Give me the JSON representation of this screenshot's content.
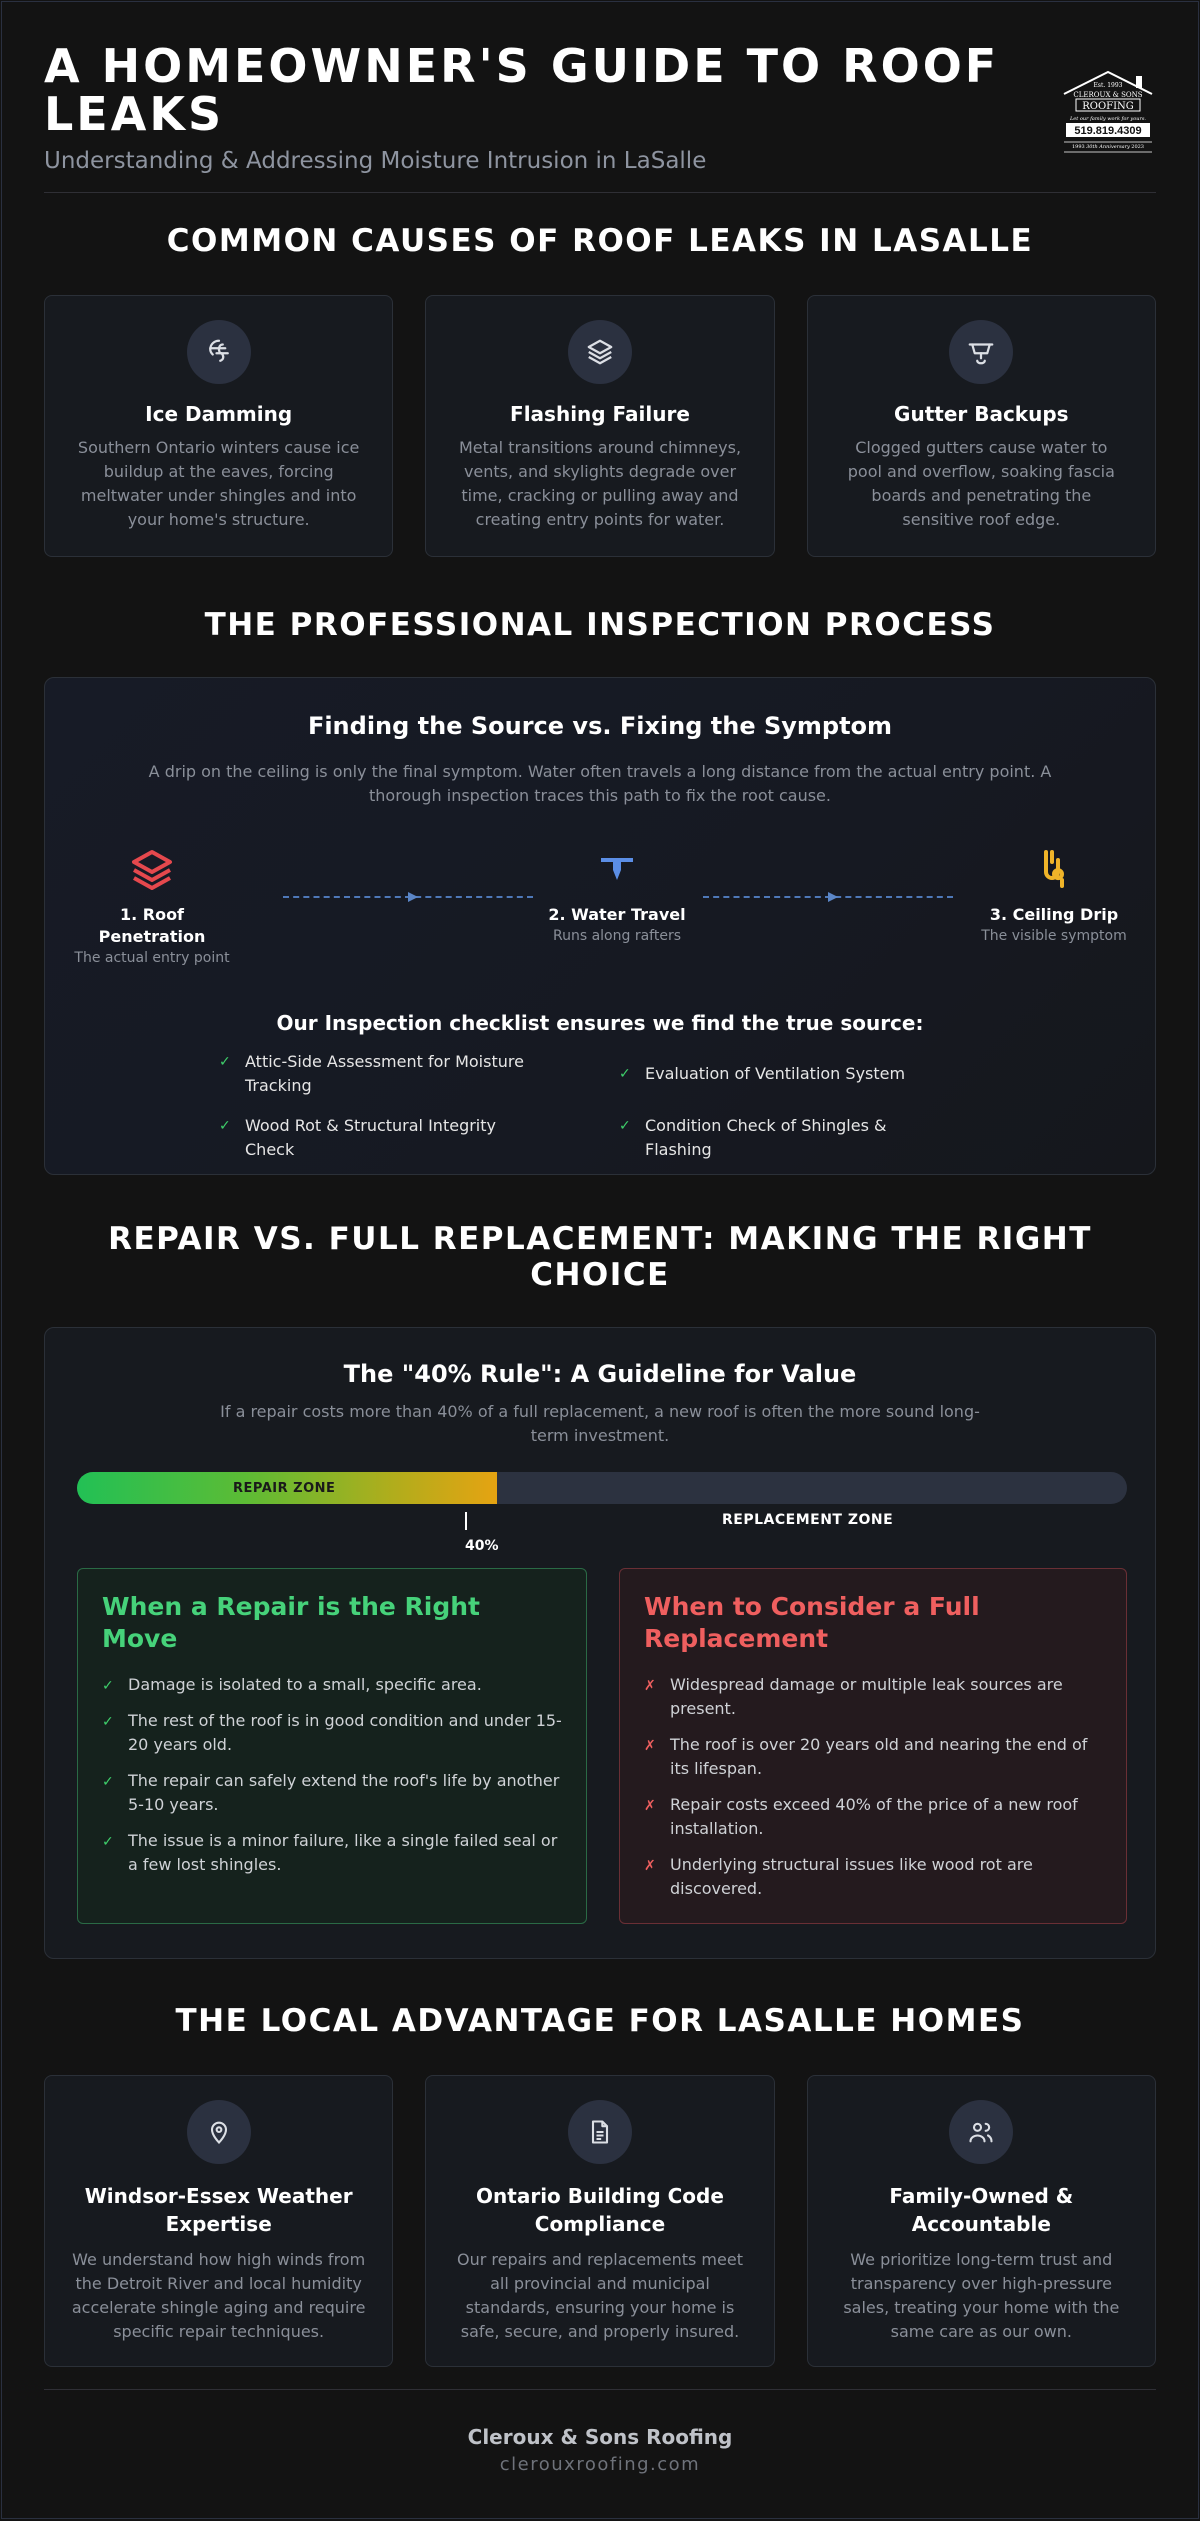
{
  "header": {
    "title": "A HOMEOWNER'S GUIDE TO ROOF LEAKS",
    "subtitle": "Understanding & Addressing Moisture Intrusion in LaSalle",
    "logo": {
      "est": "Est. 1993",
      "name_line1": "CLEROUX & SONS",
      "name_line2": "ROOFING",
      "tagline": "Let our family work for yours.",
      "phone": "519.819.4309",
      "anniversary_left": "1993",
      "anniversary": "30th Anniversary",
      "anniversary_right": "2023"
    }
  },
  "causes": {
    "title": "COMMON CAUSES OF ROOF LEAKS IN LASALLE",
    "items": [
      {
        "icon": "ice-icon",
        "title": "Ice Damming",
        "text": "Southern Ontario winters cause ice buildup at the eaves, forcing meltwater under shingles and into your home's structure."
      },
      {
        "icon": "layers-icon",
        "title": "Flashing Failure",
        "text": "Metal transitions around chimneys, vents, and skylights degrade over time, cracking or pulling away and creating entry points for water."
      },
      {
        "icon": "gutter-icon",
        "title": "Gutter Backups",
        "text": "Clogged gutters cause water to pool and overflow, soaking fascia boards and penetrating the sensitive roof edge."
      }
    ]
  },
  "inspection": {
    "title": "THE PROFESSIONAL INSPECTION PROCESS",
    "panel_title": "Finding the Source vs. Fixing the Symptom",
    "desc": "A drip on the ceiling is only the final symptom. Water often travels a long distance from the actual entry point. A thorough inspection traces this path to fix the root cause.",
    "steps": [
      {
        "label": "1. Roof Penetration",
        "sub": "The actual entry point",
        "color": "#e5484d"
      },
      {
        "label": "2. Water Travel",
        "sub": "Runs along rafters",
        "color": "#5b8ee6"
      },
      {
        "label": "3. Ceiling Drip",
        "sub": "The visible symptom",
        "color": "#f0b429"
      }
    ],
    "checklist_title": "Our Inspection checklist ensures we find the true source:",
    "checklist": [
      "Attic-Side Assessment for Moisture Tracking",
      "Evaluation of Ventilation System",
      "Wood Rot & Structural Integrity Check",
      "Condition Check of Shingles & Flashing"
    ],
    "check_mark": "✓"
  },
  "repair": {
    "title": "REPAIR VS. FULL REPLACEMENT: MAKING THE RIGHT CHOICE",
    "rule_title": "The \"40% Rule\": A Guideline for Value",
    "rule_desc": "If a repair costs more than 40% of a full replacement, a new roof is often the more sound long-term investment.",
    "threshold_percent": 40,
    "threshold_label": "40%",
    "repair_zone_label": "REPAIR ZONE",
    "replace_zone_label": "REPLACEMENT ZONE",
    "repair_card": {
      "title": "When a Repair is the Right Move",
      "mark": "✓",
      "items": [
        "Damage is isolated to a small, specific area.",
        "The rest of the roof is in good condition and under 15-20 years old.",
        "The repair can safely extend the roof's life by another 5-10 years.",
        "The issue is a minor failure, like a single failed seal or a few lost shingles."
      ]
    },
    "replace_card": {
      "title": "When to Consider a Full Replacement",
      "mark": "✗",
      "items": [
        "Widespread damage or multiple leak sources are present.",
        "The roof is over 20 years old and nearing the end of its lifespan.",
        "Repair costs exceed 40% of the price of a new roof installation.",
        "Underlying structural issues like wood rot are discovered."
      ]
    }
  },
  "local": {
    "title": "THE LOCAL ADVANTAGE FOR LASALLE HOMES",
    "items": [
      {
        "icon": "map-pin-icon",
        "title": "Windsor-Essex Weather Expertise",
        "text": "We understand how high winds from the Detroit River and local humidity accelerate shingle aging and require specific repair techniques."
      },
      {
        "icon": "document-icon",
        "title": "Ontario Building Code Compliance",
        "text": "Our repairs and replacements meet all provincial and municipal standards, ensuring your home is safe, secure, and properly insured."
      },
      {
        "icon": "users-icon",
        "title": "Family-Owned & Accountable",
        "text": "We prioritize long-term trust and transparency over high-pressure sales, treating your home with the same care as our own."
      }
    ]
  },
  "footer": {
    "company": "Cleroux & Sons Roofing",
    "website": "clerouxroofing.com"
  }
}
